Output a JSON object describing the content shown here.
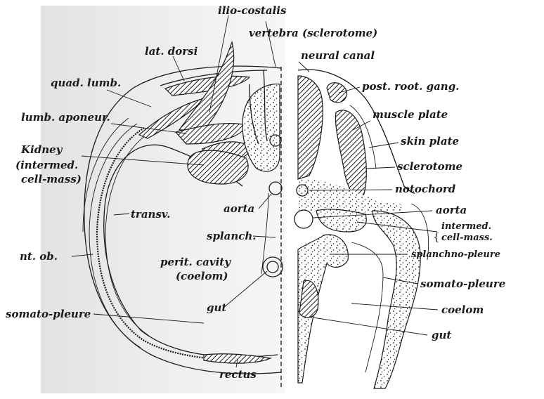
{
  "labels": {
    "ilio_costalis": "ilio-costalis",
    "vertebra_sclerotome": "vertebra (sclerotome)",
    "lat_dorsi": "lat. dorsi",
    "neural_canal": "neural canal",
    "quad_lumb": "quad. lumb.",
    "post_root_gang": "post. root. gang.",
    "lumb_aponeur": "lumb. aponeur.",
    "muscle_plate": "muscle plate",
    "kidney": "Kidney",
    "intermed_left_1": "(intermed.",
    "intermed_left_2": "cell-mass)",
    "skin_plate": "skin plate",
    "sclerotome": "sclerotome",
    "notochord": "notochord",
    "aorta_left": "aorta",
    "aorta_right": "aorta",
    "transv": "transv.",
    "intermed_right_1": "intermed.",
    "intermed_right_2": "cell-mass.",
    "splanch": "splanch.",
    "splanchno_pleure": "splanchno-pleure",
    "int_ob": "nt. ob.",
    "perit_cavity_1": "perit. cavity",
    "perit_cavity_2": "(coelom)",
    "somato_pleure_right": "somato-pleure",
    "coelom": "coelom",
    "gut_left": "gut",
    "gut_right": "gut",
    "somato_pleure_left": "somato-pleure",
    "rectus": "rectus"
  }
}
